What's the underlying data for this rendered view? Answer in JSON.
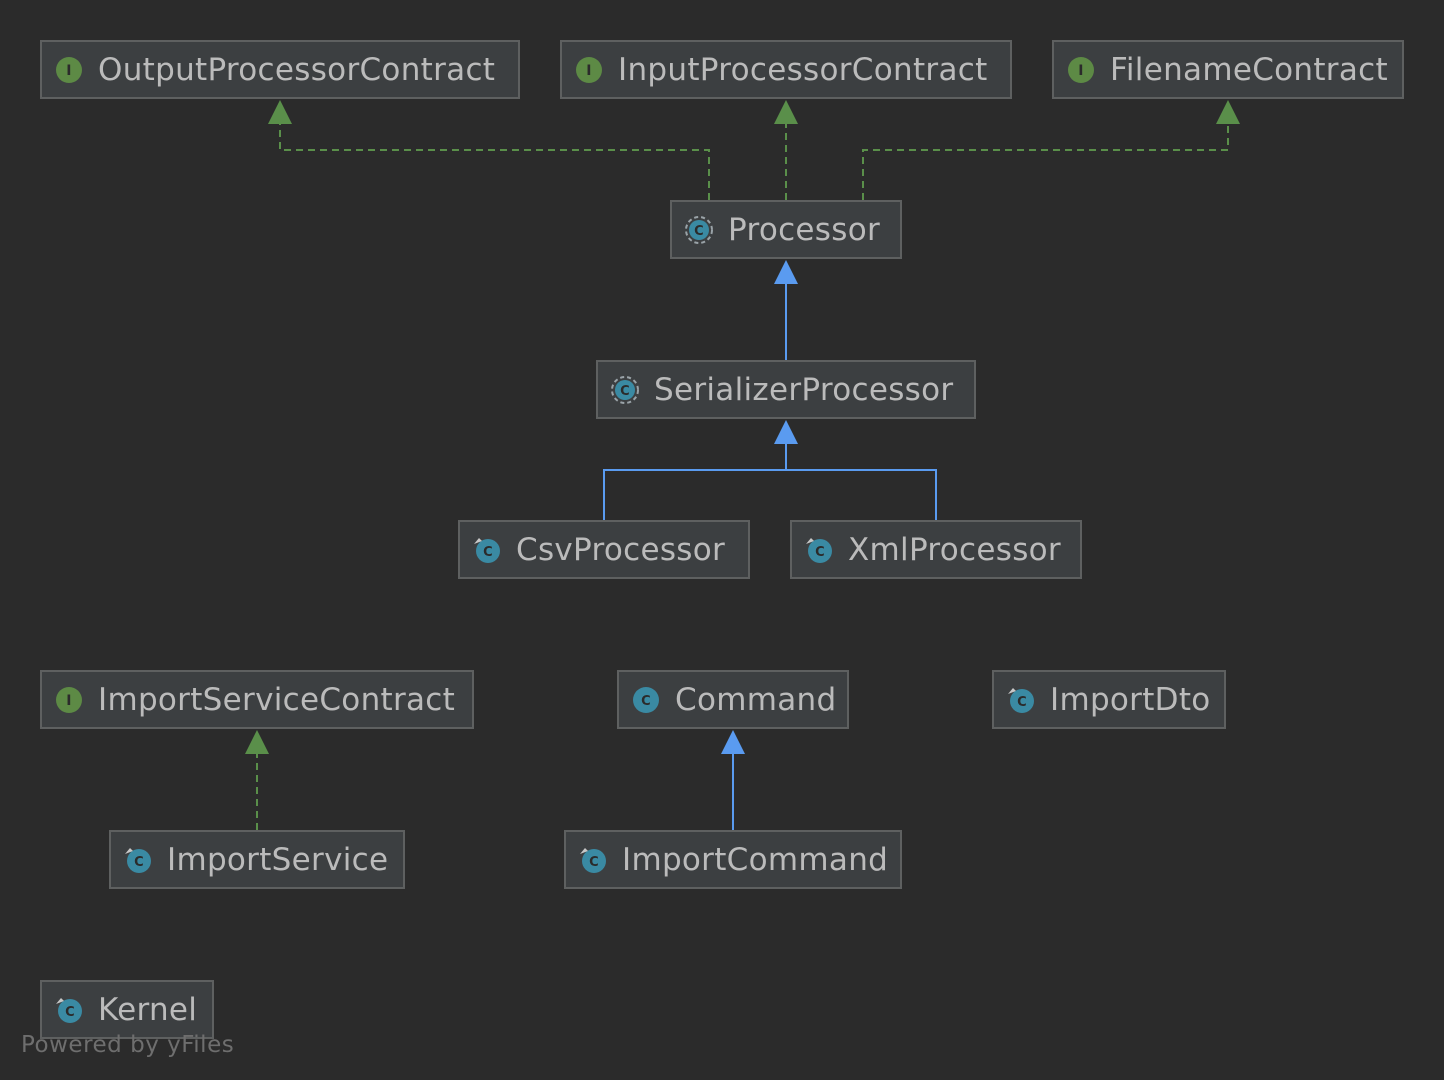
{
  "nodes": {
    "output_processor_contract": {
      "label": "OutputProcessorContract",
      "kind": "interface",
      "icon": "interface-icon"
    },
    "input_processor_contract": {
      "label": "InputProcessorContract",
      "kind": "interface",
      "icon": "interface-icon"
    },
    "filename_contract": {
      "label": "FilenameContract",
      "kind": "interface",
      "icon": "interface-icon"
    },
    "processor": {
      "label": "Processor",
      "kind": "abstract-class",
      "icon": "abstract-class-icon"
    },
    "serializer_processor": {
      "label": "SerializerProcessor",
      "kind": "abstract-class",
      "icon": "abstract-class-icon"
    },
    "csv_processor": {
      "label": "CsvProcessor",
      "kind": "final-class",
      "icon": "final-class-icon"
    },
    "xml_processor": {
      "label": "XmlProcessor",
      "kind": "final-class",
      "icon": "final-class-icon"
    },
    "import_service_contract": {
      "label": "ImportServiceContract",
      "kind": "interface",
      "icon": "interface-icon"
    },
    "command": {
      "label": "Command",
      "kind": "class",
      "icon": "class-icon"
    },
    "import_dto": {
      "label": "ImportDto",
      "kind": "final-class",
      "icon": "final-class-icon"
    },
    "import_service": {
      "label": "ImportService",
      "kind": "final-class",
      "icon": "final-class-icon"
    },
    "import_command": {
      "label": "ImportCommand",
      "kind": "final-class",
      "icon": "final-class-icon"
    },
    "kernel": {
      "label": "Kernel",
      "kind": "final-class",
      "icon": "final-class-icon"
    }
  },
  "edges": [
    {
      "from": "processor",
      "to": "output_processor_contract",
      "type": "implements"
    },
    {
      "from": "processor",
      "to": "input_processor_contract",
      "type": "implements"
    },
    {
      "from": "processor",
      "to": "filename_contract",
      "type": "implements"
    },
    {
      "from": "serializer_processor",
      "to": "processor",
      "type": "extends"
    },
    {
      "from": "csv_processor",
      "to": "serializer_processor",
      "type": "extends"
    },
    {
      "from": "xml_processor",
      "to": "serializer_processor",
      "type": "extends"
    },
    {
      "from": "import_service",
      "to": "import_service_contract",
      "type": "implements"
    },
    {
      "from": "import_command",
      "to": "command",
      "type": "extends"
    }
  ],
  "colors": {
    "background": "#2b2b2b",
    "node_fill": "#3c3f41",
    "node_border": "#5e6060",
    "text": "#bbbbbb",
    "implements_edge": "#5a8f4a",
    "extends_edge": "#5a9bf0",
    "interface_icon": "#5d8a45",
    "class_icon": "#3a8aa3"
  },
  "watermark": "Powered by yFiles"
}
